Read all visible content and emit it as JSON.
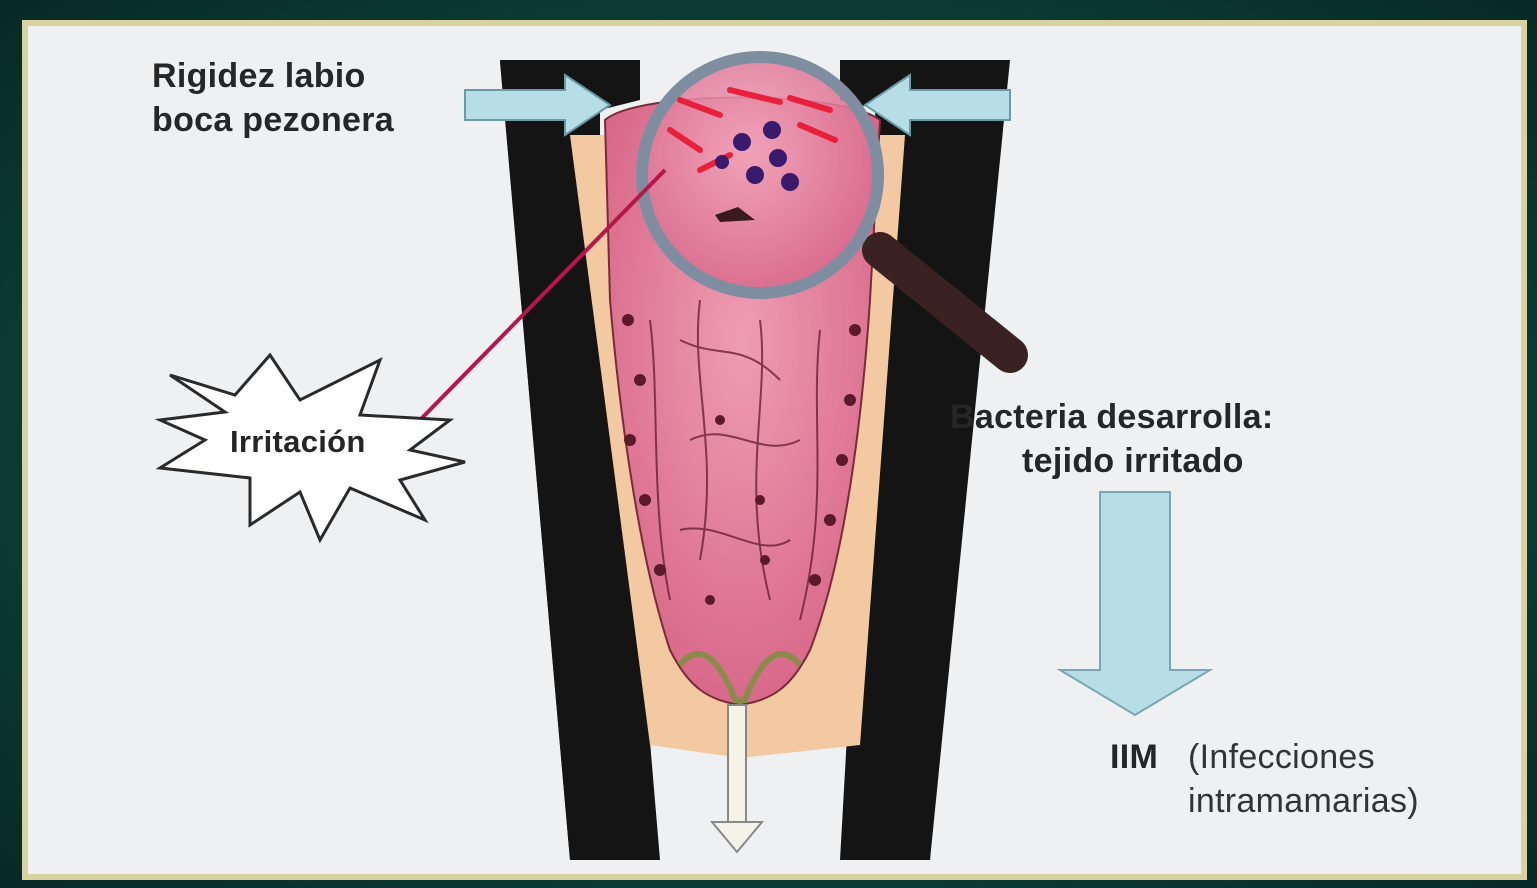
{
  "labels": {
    "rigidez_line1": "Rigidez labio",
    "rigidez_line2": "boca pezonera",
    "irritacion": "Irritación",
    "bacteria_line1": "Bacteria desarrolla:",
    "bacteria_line2": "tejido irritado",
    "iim_abbrev": "IIM",
    "iim_line1": "(Infecciones",
    "iim_line2": "intramamarias)"
  },
  "icons": [
    "compression-arrow-icon",
    "magnifying-glass-icon",
    "bacteria-cluster-icon",
    "burst-icon",
    "down-arrow-icon",
    "milk-flow-arrow-icon"
  ],
  "colors": {
    "background": "#0b3a35",
    "panel": "#eef0f2",
    "liner": "#141414",
    "skin": "#f2c9a0",
    "teat_tissue": "#e07d9a",
    "pointer_line": "#b8164a",
    "blue_arrow": "#b7dde6",
    "bacteria": "#3a1a6a",
    "irritation_marks": "#e8203a"
  }
}
